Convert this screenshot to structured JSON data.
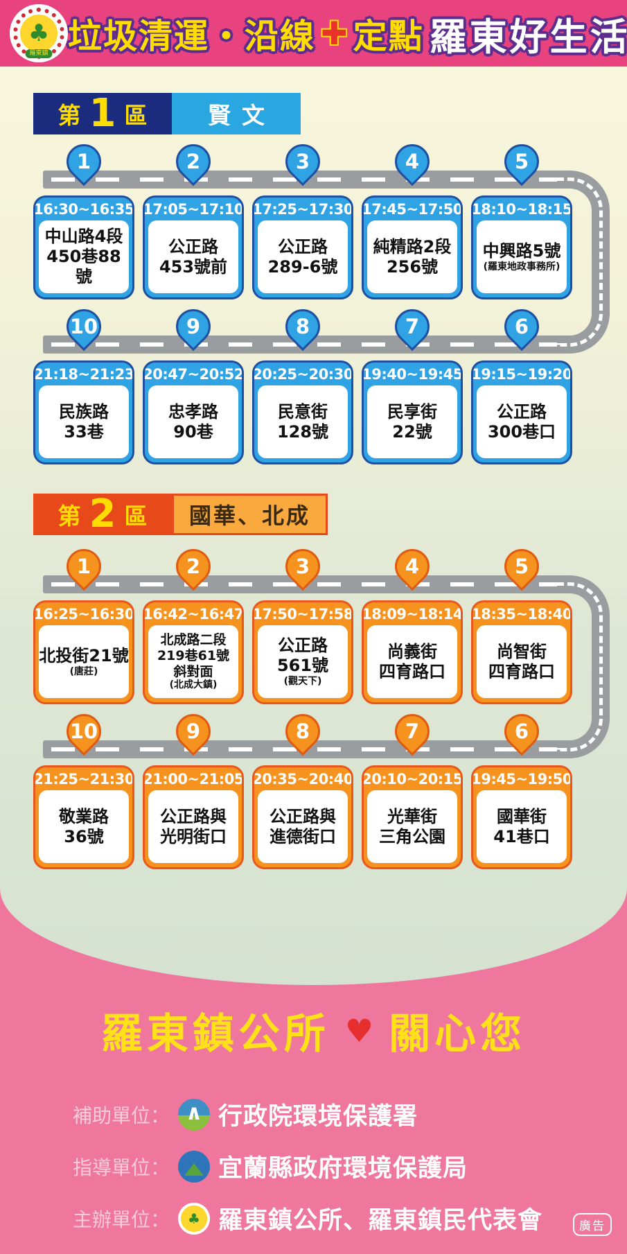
{
  "header": {
    "title_left": "垃圾清運・沿線",
    "plus": "✚",
    "title_mid": "定點",
    "title_right": "羅東好生活",
    "logo_banner": "羅東鎮"
  },
  "zone1": {
    "prefix": "第",
    "number": "1",
    "suffix": "區",
    "area": "賢文",
    "stops_out": [
      {
        "pin": "1",
        "time": "16:30~16:35",
        "l1": "中山路4段",
        "l2": "450巷88號"
      },
      {
        "pin": "2",
        "time": "17:05~17:10",
        "l1": "公正路",
        "l2": "453號前"
      },
      {
        "pin": "3",
        "time": "17:25~17:30",
        "l1": "公正路",
        "l2": "289-6號"
      },
      {
        "pin": "4",
        "time": "17:45~17:50",
        "l1": "純精路2段",
        "l2": "256號"
      },
      {
        "pin": "5",
        "time": "18:10~18:15",
        "l1": "中興路5號",
        "l2": "(羅東地政事務所)"
      }
    ],
    "stops_back": [
      {
        "pin": "10",
        "time": "21:18~21:23",
        "l1": "民族路",
        "l2": "33巷"
      },
      {
        "pin": "9",
        "time": "20:47~20:52",
        "l1": "忠孝路",
        "l2": "90巷"
      },
      {
        "pin": "8",
        "time": "20:25~20:30",
        "l1": "民意街",
        "l2": "128號"
      },
      {
        "pin": "7",
        "time": "19:40~19:45",
        "l1": "民享街",
        "l2": "22號"
      },
      {
        "pin": "6",
        "time": "19:15~19:20",
        "l1": "公正路",
        "l2": "300巷口"
      }
    ]
  },
  "zone2": {
    "prefix": "第",
    "number": "2",
    "suffix": "區",
    "area": "國華、北成",
    "stops_out": [
      {
        "pin": "1",
        "time": "16:25~16:30",
        "l1": "北投街21號",
        "l2": "(唐莊)"
      },
      {
        "pin": "2",
        "time": "16:42~16:47",
        "l1": "北成路二段",
        "l2": "219巷61號",
        "l3": "斜對面",
        "l4": "(北成大鎮)"
      },
      {
        "pin": "3",
        "time": "17:50~17:58",
        "l1": "公正路",
        "l2": "561號",
        "l3": "(觀天下)"
      },
      {
        "pin": "4",
        "time": "18:09~18:14",
        "l1": "尚義街",
        "l2": "四育路口"
      },
      {
        "pin": "5",
        "time": "18:35~18:40",
        "l1": "尚智街",
        "l2": "四育路口"
      }
    ],
    "stops_back": [
      {
        "pin": "10",
        "time": "21:25~21:30",
        "l1": "敬業路",
        "l2": "36號"
      },
      {
        "pin": "9",
        "time": "21:00~21:05",
        "l1": "公正路與",
        "l2": "光明街口"
      },
      {
        "pin": "8",
        "time": "20:35~20:40",
        "l1": "公正路與",
        "l2": "進德街口"
      },
      {
        "pin": "7",
        "time": "20:10~20:15",
        "l1": "光華街",
        "l2": "三角公園"
      },
      {
        "pin": "6",
        "time": "19:45~19:50",
        "l1": "國華街",
        "l2": "41巷口"
      }
    ]
  },
  "footer": {
    "slogan_left": "羅東鎮公所",
    "heart": "♥",
    "slogan_right": "關心您",
    "orgs": [
      {
        "label": "補助單位：",
        "name": "行政院環境保護署"
      },
      {
        "label": "指導單位：",
        "name": "宜蘭縣政府環境保護局"
      },
      {
        "label": "主辦單位：",
        "name": "羅東鎮公所、羅東鎮民代表會"
      }
    ],
    "ad_badge": "廣告"
  },
  "colors": {
    "header_pink": "#E8437F",
    "footer_pink": "#EF779D",
    "zone1_navy": "#1B2B7E",
    "zone1_blue": "#2FA3E4",
    "zone1_area_blue": "#2AA7E0",
    "zone2_red": "#E8491B",
    "zone2_orange": "#F6921E",
    "zone2_amber": "#F9A93D",
    "road_gray": "#9A9DA0",
    "highlight_yellow": "#FFDD00",
    "cream_bg": "#F8F6DC",
    "green_bg": "#D6E2D1"
  }
}
